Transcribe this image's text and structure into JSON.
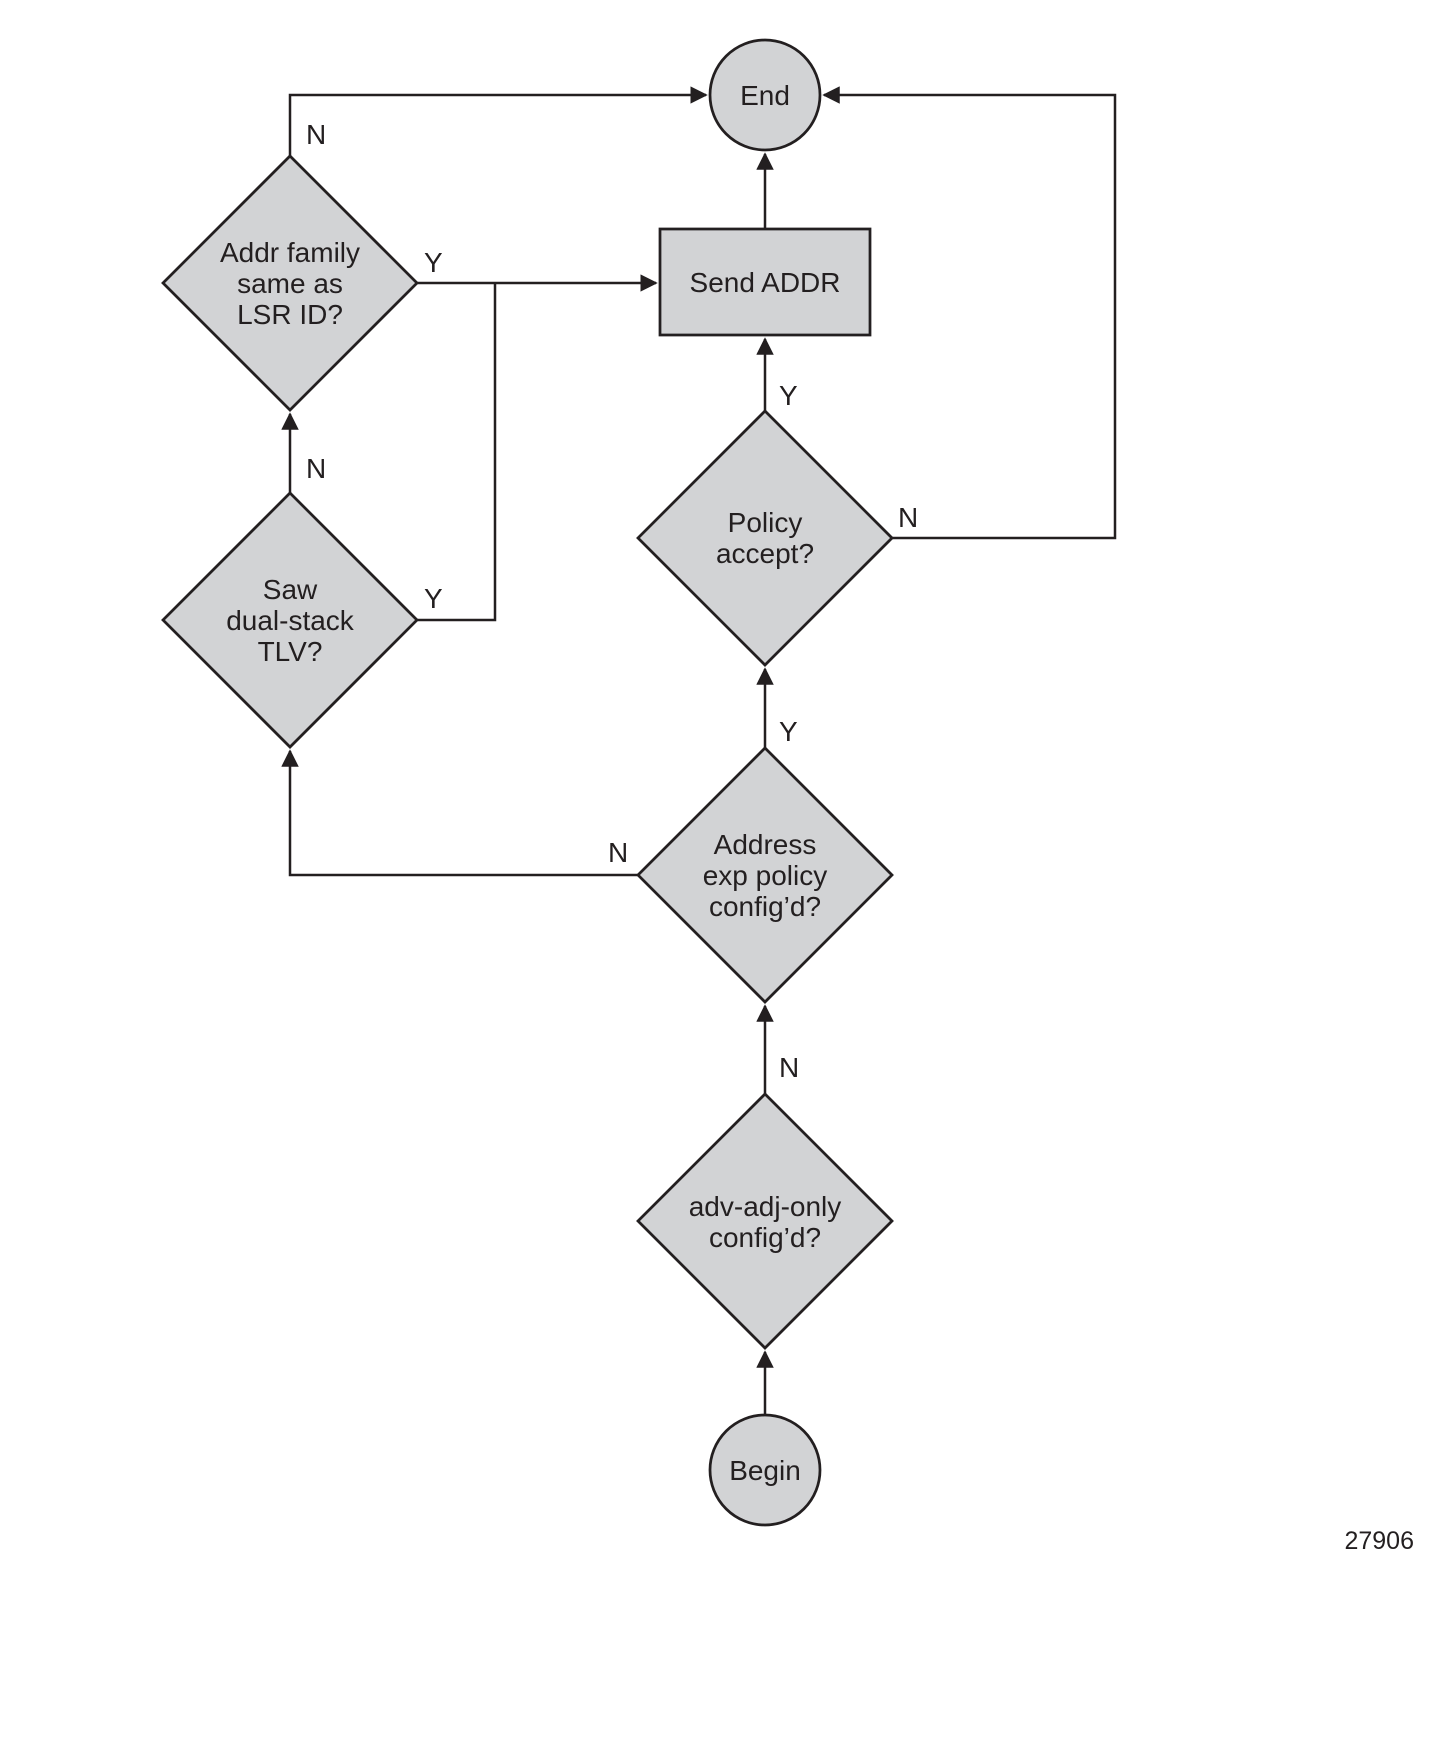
{
  "figure_number": "27906",
  "nodes": {
    "end": {
      "label": "End"
    },
    "begin": {
      "label": "Begin"
    },
    "send_addr": {
      "label": "Send ADDR"
    },
    "addr_family": {
      "line1": "Addr family",
      "line2": "same as",
      "line3": "LSR ID?"
    },
    "saw_dual_stack": {
      "line1": "Saw",
      "line2": "dual-stack",
      "line3": "TLV?"
    },
    "policy_accept": {
      "line1": "Policy",
      "line2": "accept?"
    },
    "addr_exp_policy": {
      "line1": "Address",
      "line2": "exp policy",
      "line3": "config’d?"
    },
    "adv_adj_only": {
      "line1": "adv-adj-only",
      "line2": "config’d?"
    }
  },
  "edge_labels": {
    "addr_family_no": "N",
    "addr_family_yes": "Y",
    "saw_dual_stack_no": "N",
    "saw_dual_stack_yes": "Y",
    "policy_accept_yes": "Y",
    "policy_accept_no": "N",
    "addr_exp_policy_yes": "Y",
    "addr_exp_policy_no": "N",
    "adv_adj_only_no": "N"
  },
  "colors": {
    "node_fill": "#d2d3d5",
    "node_stroke": "#231f20",
    "background": "#ffffff"
  }
}
